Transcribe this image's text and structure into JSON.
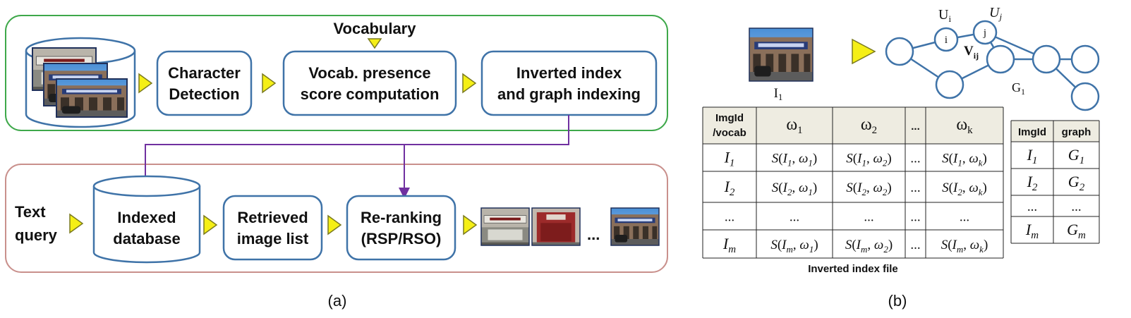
{
  "panel_a": {
    "caption": "(a)",
    "vocabulary_label": "Vocabulary",
    "char_detection": [
      "Character",
      "Detection"
    ],
    "vocab_presence": [
      "Vocab. presence",
      "score computation"
    ],
    "inverted_graph": [
      "Inverted index",
      "and graph indexing"
    ],
    "text_query": [
      "Text",
      "query"
    ],
    "indexed_db": [
      "Indexed",
      "database"
    ],
    "retrieved": [
      "Retrieved",
      "image list"
    ],
    "reranking": [
      "Re-ranking",
      "(RSP/RSO)"
    ],
    "ellipsis": "..."
  },
  "panel_b": {
    "caption": "(b)",
    "graph": {
      "image_label": "I",
      "image_sub": "1",
      "node_i": "i",
      "node_j": "j",
      "u_i": "U",
      "u_i_sub": "i",
      "u_j": "U",
      "u_j_sub": "j",
      "v_ij": "V",
      "v_ij_sub": "ij",
      "g_label": "G",
      "g_sub": "1"
    },
    "inverted_table": {
      "title": "Inverted index file",
      "corner": [
        "ImgId",
        "/vocab"
      ],
      "col_heads": [
        {
          "main": "ω",
          "sub": "1"
        },
        {
          "main": "ω",
          "sub": "2"
        },
        {
          "main": "...",
          "sub": ""
        },
        {
          "main": "ω",
          "sub": "k"
        }
      ],
      "rows": [
        {
          "id": "I",
          "id_sub": "1",
          "cells": [
            "S(I1, ω1)",
            "S(I1, ω2)",
            "...",
            "S(I1, ωk)"
          ]
        },
        {
          "id": "I",
          "id_sub": "2",
          "cells": [
            "S(I2, ω1)",
            "S(I2, ω2)",
            "...",
            "S(I2, ωk)"
          ]
        },
        {
          "id": "...",
          "id_sub": "",
          "cells": [
            "...",
            "...",
            "...",
            "..."
          ]
        },
        {
          "id": "I",
          "id_sub": "m",
          "cells": [
            "S(Im, ω1)",
            "S(Im, ω2)",
            "...",
            "S(Im, ωk)"
          ]
        }
      ]
    },
    "graph_table": {
      "headers": [
        "ImgId",
        "graph"
      ],
      "rows": [
        {
          "id": "I",
          "id_sub": "1",
          "g": "G",
          "g_sub": "1"
        },
        {
          "id": "I",
          "id_sub": "2",
          "g": "G",
          "g_sub": "2"
        },
        {
          "id": "...",
          "id_sub": "",
          "g": "...",
          "g_sub": ""
        },
        {
          "id": "I",
          "id_sub": "m",
          "g": "G",
          "g_sub": "m"
        }
      ]
    }
  },
  "colors": {
    "node_stroke": "#3f73a8",
    "top_frame": "#3ea84a",
    "bottom_frame": "#c9908c",
    "arrow_fill": "#f5ef16",
    "arrow_stroke": "#7a7a20",
    "connector": "#7030a0",
    "table_header_bg": "#eeece1"
  }
}
